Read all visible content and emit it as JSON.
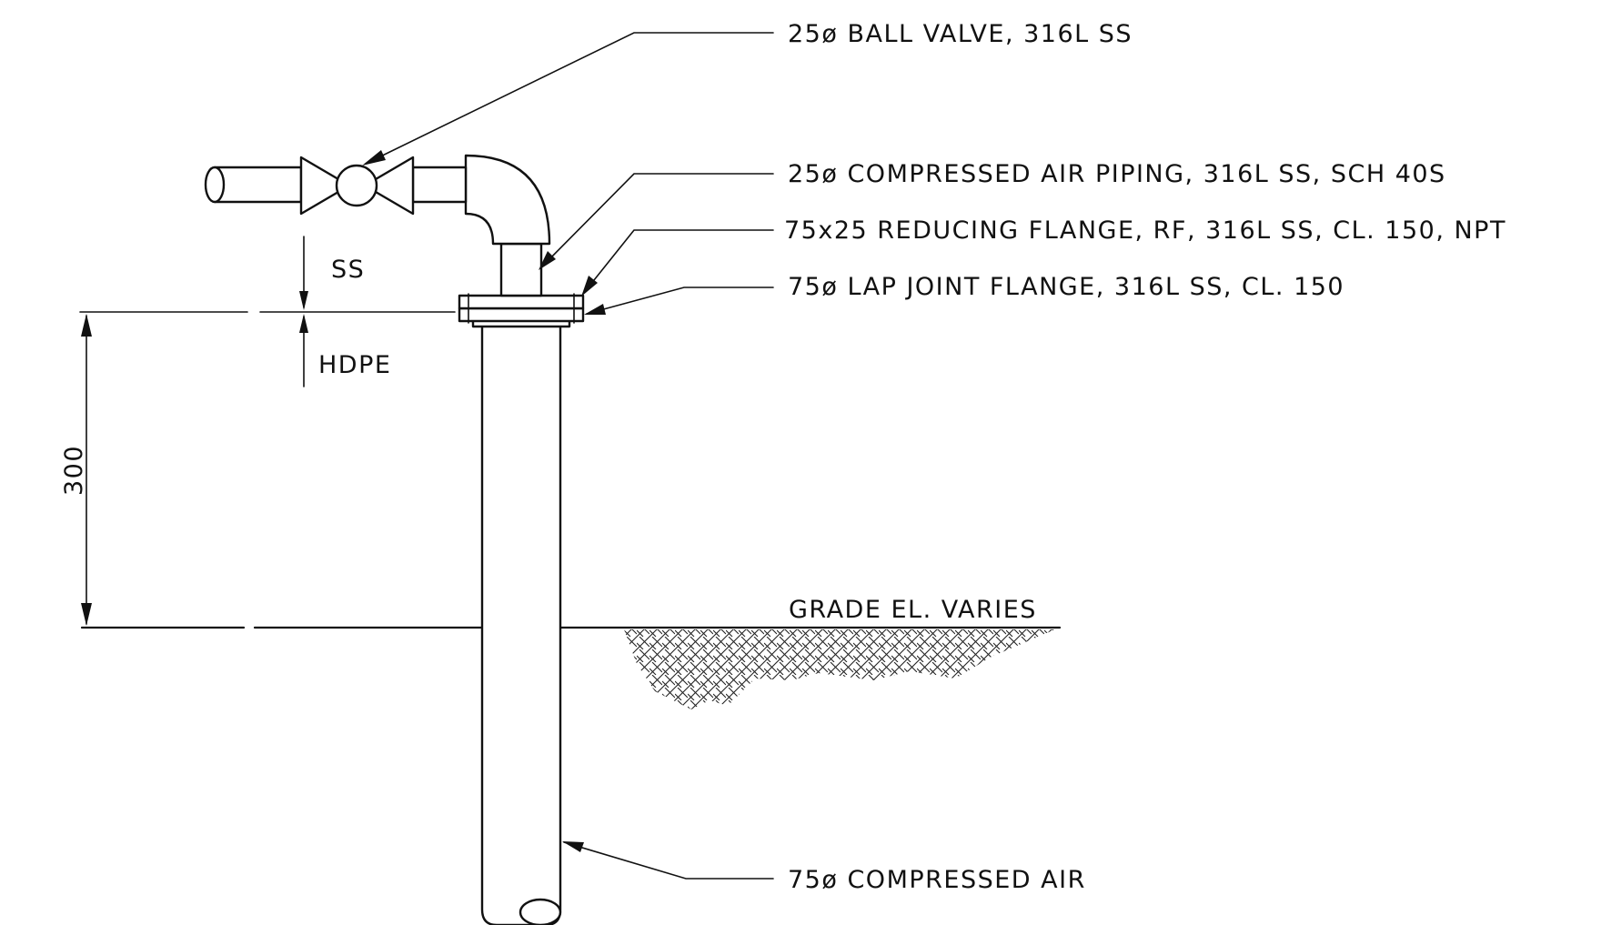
{
  "drawing": {
    "callouts": {
      "ball_valve": "25ø BALL VALVE, 316L SS",
      "air_piping": "25ø COMPRESSED AIR PIPING, 316L SS, SCH 40S",
      "reducing_flange": "75x25 REDUCING FLANGE, RF, 316L SS, CL. 150, NPT",
      "lap_joint_flange": "75ø LAP JOINT FLANGE, 316L SS, CL. 150",
      "compressed_air": "75ø COMPRESSED AIR"
    },
    "material_labels": {
      "upper": "SS",
      "lower": "HDPE"
    },
    "dimension": {
      "value": "300"
    },
    "grade_label": "GRADE EL. VARIES"
  }
}
